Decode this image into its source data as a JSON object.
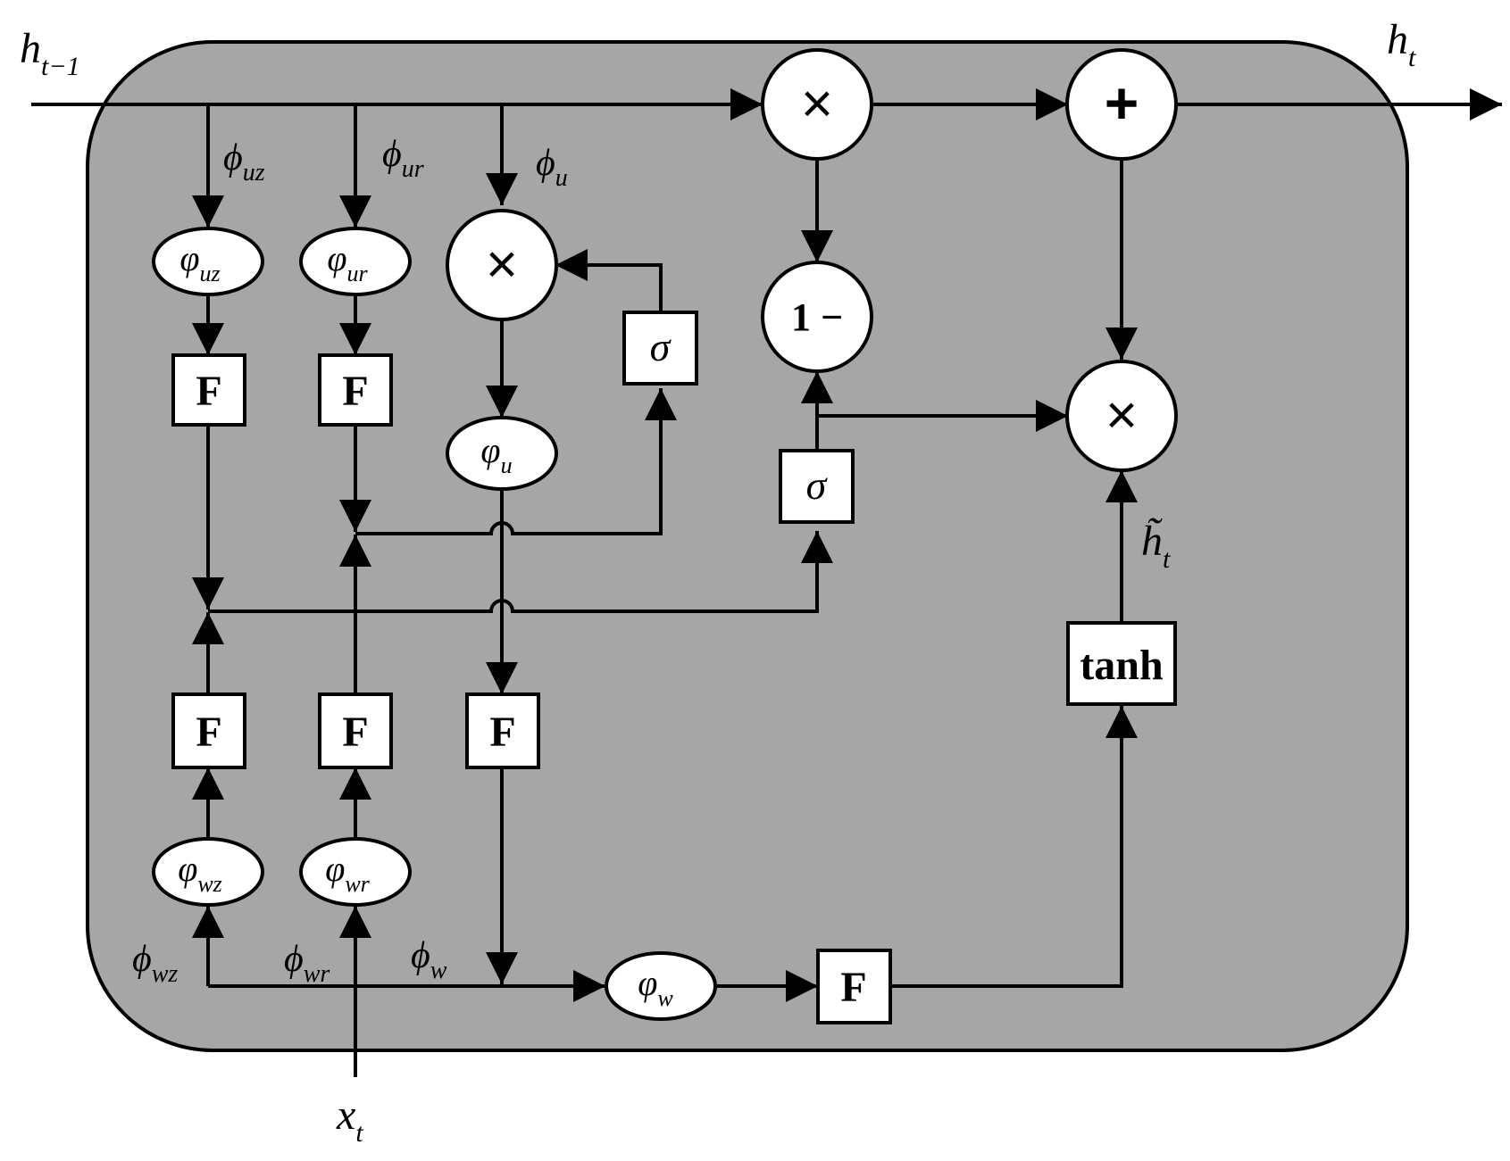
{
  "colors": {
    "cell_fill": "#a6a6a6",
    "stroke": "#000000",
    "node_fill": "#ffffff",
    "background": "#ffffff"
  },
  "io": {
    "h_prev": {
      "base": "h",
      "sub": "t−1"
    },
    "h_out": {
      "base": "h",
      "sub": "t"
    },
    "x_in": {
      "base": "x",
      "sub": "t"
    },
    "h_tilde": {
      "base": "h̃",
      "sub": "t"
    }
  },
  "edge_labels": {
    "phi_uz": {
      "base": "ϕ",
      "sub": "uz"
    },
    "phi_ur": {
      "base": "ϕ",
      "sub": "ur"
    },
    "phi_u": {
      "base": "ϕ",
      "sub": "u"
    },
    "phi_wz": {
      "base": "ϕ",
      "sub": "wz"
    },
    "phi_wr": {
      "base": "ϕ",
      "sub": "wr"
    },
    "phi_w": {
      "base": "ϕ",
      "sub": "w"
    }
  },
  "ellipses": {
    "uz": {
      "base": "φ",
      "sub": "uz"
    },
    "ur": {
      "base": "φ",
      "sub": "ur"
    },
    "u": {
      "base": "φ",
      "sub": "u"
    },
    "wz": {
      "base": "φ",
      "sub": "wz"
    },
    "wr": {
      "base": "φ",
      "sub": "wr"
    },
    "w": {
      "base": "φ",
      "sub": "w"
    }
  },
  "boxes": {
    "F": "F",
    "sigma": "σ",
    "tanh": "tanh"
  },
  "operators": {
    "multiply": "×",
    "add": "+",
    "one_minus": "1 −"
  }
}
